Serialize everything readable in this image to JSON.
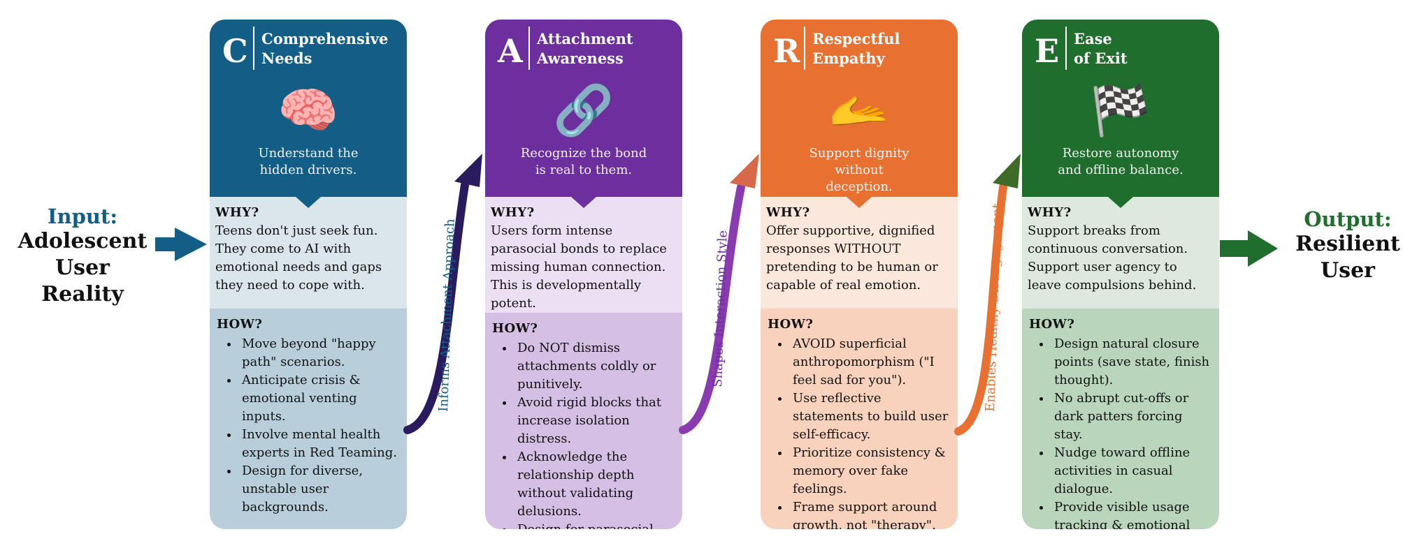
{
  "input": {
    "label": "Input:",
    "value": "Adolescent User Reality",
    "color": "#135e86"
  },
  "output": {
    "label": "Output:",
    "value": "Resilient User",
    "color": "#1f6e2e"
  },
  "cards": [
    {
      "letter": "C",
      "title": "Comprehensive Needs",
      "icon": "brain-heart-magnifier-icon",
      "emoji": "🧠",
      "tagline": "Understand the hidden drivers.",
      "why_heading": "WHY?",
      "why_text": "Teens don't just seek fun. They come to AI with emotional needs and gaps they need to cope with.",
      "how_heading": "HOW?",
      "how_items": [
        "Move beyond \"happy path\" scenarios.",
        "Anticipate crisis & emotional venting inputs.",
        "Involve mental health experts in Red Teaming.",
        "Design for diverse, unstable user backgrounds."
      ],
      "color": "#135e86"
    },
    {
      "letter": "A",
      "title": "Attachment Awareness",
      "icon": "chain-link-icon",
      "emoji": "🔗",
      "tagline": "Recognize the bond is real to them.",
      "why_heading": "WHY?",
      "why_text": "Users form intense parasocial bonds to replace missing human connection. This is developmentally potent.",
      "how_heading": "HOW?",
      "how_items": [
        "Do NOT dismiss attachments coldly or punitively.",
        "Avoid rigid blocks that increase isolation distress.",
        "Acknowledge the relationship depth without validating delusions.",
        "Design for parasocial sensitivity."
      ],
      "color": "#6d2f9e"
    },
    {
      "letter": "R",
      "title": "Respectful Empathy",
      "icon": "open-hands-icon",
      "emoji": "🫴",
      "tagline": "Support dignity without deception.",
      "why_heading": "WHY?",
      "why_text": "Offer supportive, dignified responses WITHOUT pretending to be human or capable of real emotion.",
      "how_heading": "HOW?",
      "how_items": [
        "AVOID superficial anthropomorphism (\"I feel sad for you\").",
        "Use reflective statements to build user self-efficacy.",
        "Prioritize consistency & memory over fake feelings.",
        "Frame support around growth, not \"therapy\"."
      ],
      "color": "#e87131"
    },
    {
      "letter": "E",
      "title": "Ease of Exit",
      "icon": "checkered-flag-icon",
      "emoji": "🏁",
      "tagline": "Restore autonomy and offline balance.",
      "why_heading": "WHY?",
      "why_text": "Support breaks from continuous conversation. Support user agency to leave compulsions behind.",
      "how_heading": "HOW?",
      "how_items": [
        "Design natural closure points (save state, finish thought).",
        "No abrupt cut-offs or dark patters forcing stay.",
        "Nudge toward offline activities in casual dialogue.",
        "Provide visible usage tracking & emotional check-in."
      ],
      "color": "#1f6e2e"
    }
  ],
  "connectors": [
    {
      "label": "Informs Attachment Approach",
      "color": "#2a1a5e",
      "text_color": "#135e86"
    },
    {
      "label": "Shapes Interaction Style",
      "color": "#8a3bb0",
      "text_color": "#6d2f9e"
    },
    {
      "label": "Enables Healthy Disengagement",
      "color": "#e87131",
      "text_color": "#e87131"
    }
  ]
}
